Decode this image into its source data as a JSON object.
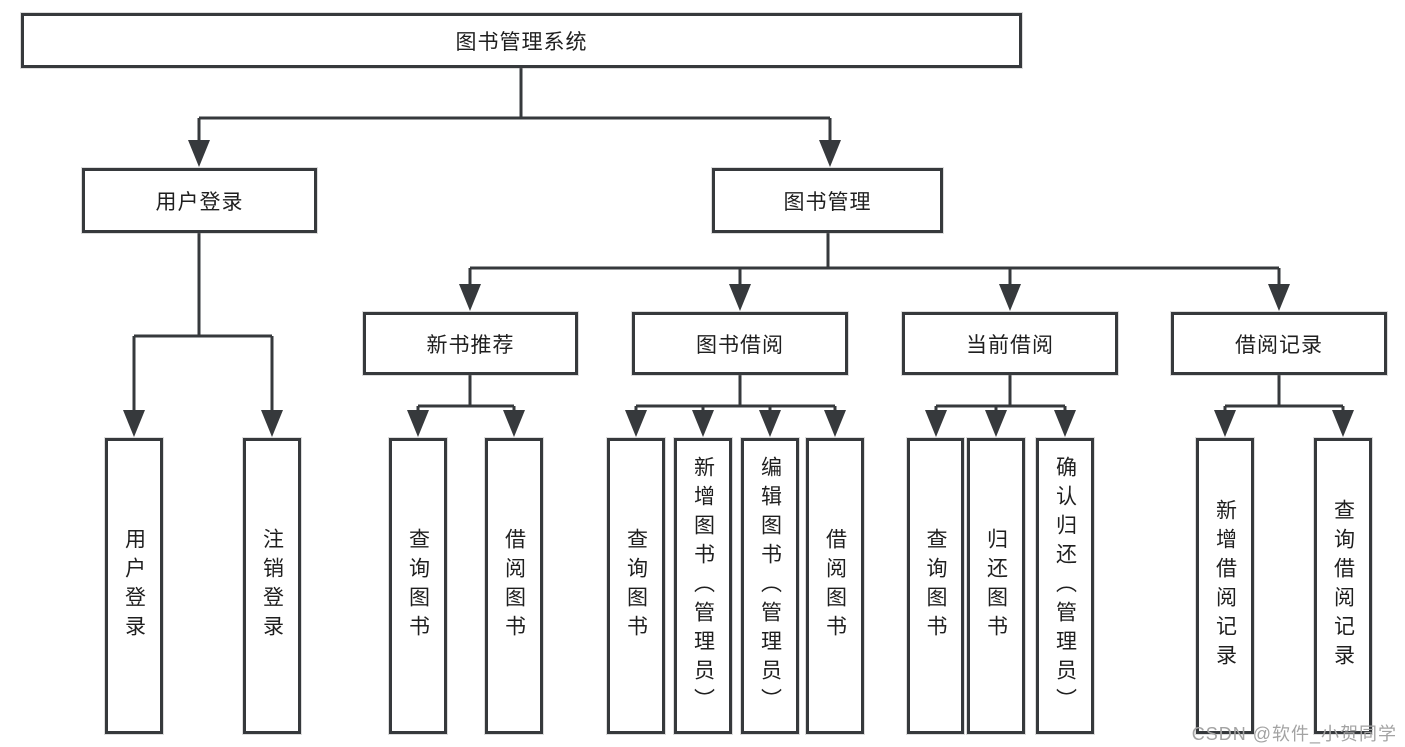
{
  "diagram": {
    "title_node": "图书管理系统",
    "root": "图书管理系统",
    "login": {
      "label": "用户登录",
      "children": [
        {
          "label": "用户登录"
        },
        {
          "label": "注销登录"
        }
      ]
    },
    "management": {
      "label": "图书管理",
      "sections": [
        {
          "label": "新书推荐",
          "children": [
            {
              "label": "查询图书"
            },
            {
              "label": "借阅图书"
            }
          ]
        },
        {
          "label": "图书借阅",
          "children": [
            {
              "label": "查询图书"
            },
            {
              "label": "新增图书（管理员）"
            },
            {
              "label": "编辑图书（管理员）"
            },
            {
              "label": "借阅图书"
            }
          ]
        },
        {
          "label": "当前借阅",
          "children": [
            {
              "label": "查询图书"
            },
            {
              "label": "归还图书"
            },
            {
              "label": "确认归还（管理员）"
            }
          ]
        },
        {
          "label": "借阅记录",
          "children": [
            {
              "label": "新增借阅记录"
            },
            {
              "label": "查询借阅记录"
            }
          ]
        }
      ]
    }
  },
  "watermark": {
    "text": "CSDN @软件_小贺同学"
  },
  "colors": {
    "line": "#36393c",
    "box_border": "#36393c",
    "box_fill": "#ffffff",
    "text": "#1f1f1f",
    "watermark": "#a3a3a3",
    "background": "#ffffff"
  }
}
